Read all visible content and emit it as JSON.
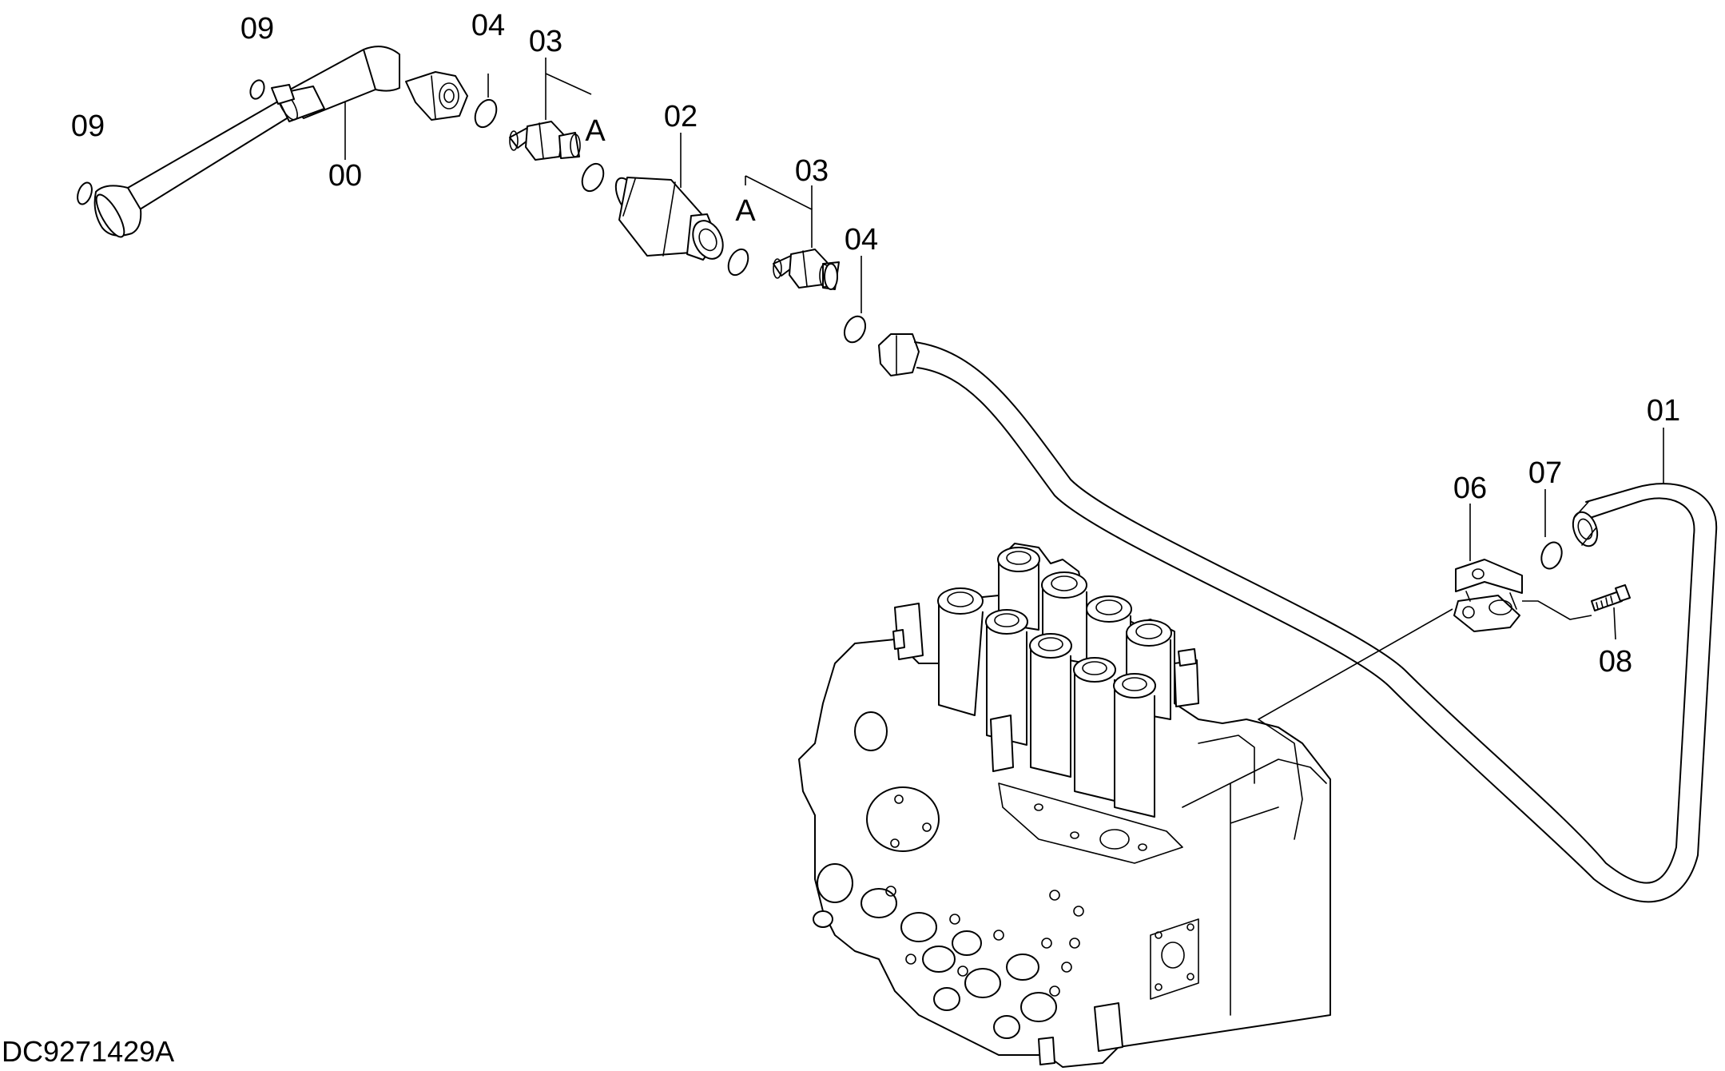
{
  "drawing_code": "DC9271429A",
  "callouts": {
    "c00": "00",
    "c01": "01",
    "c02": "02",
    "c03a": "03",
    "c03b": "03",
    "c04a": "04",
    "c04b": "04",
    "c06": "06",
    "c07": "07",
    "c08": "08",
    "c09a": "09",
    "c09b": "09",
    "refA1": "A",
    "refA2": "A"
  }
}
